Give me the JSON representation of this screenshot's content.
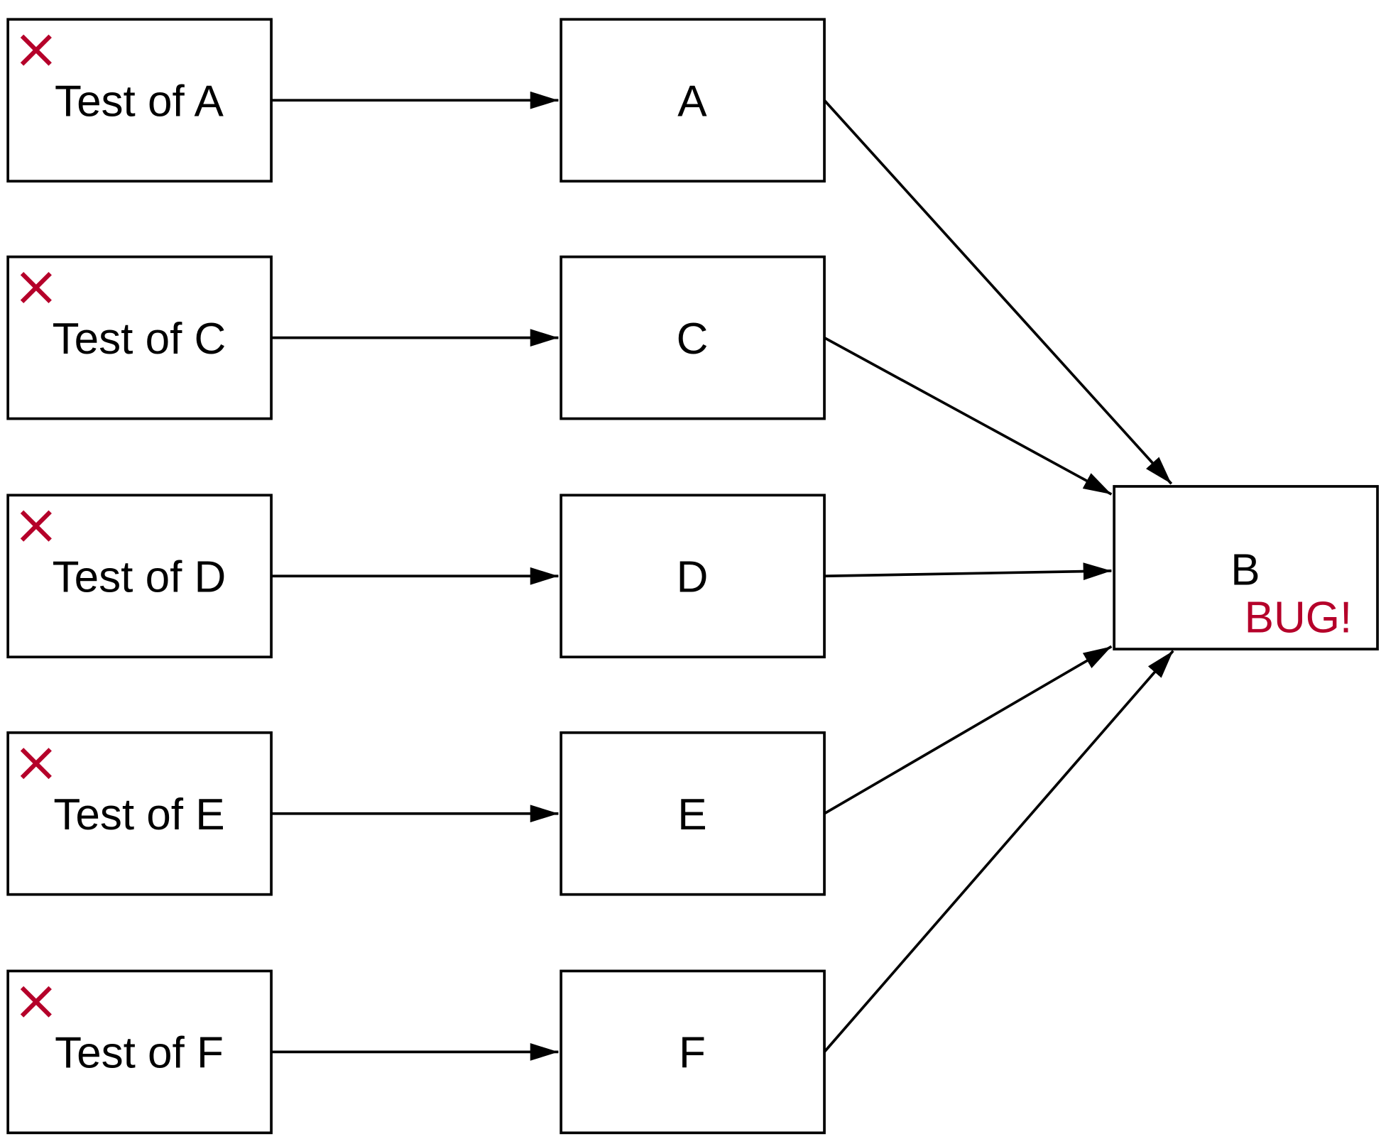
{
  "colors": {
    "stroke": "#000000",
    "accent": "#b5002a"
  },
  "tests": [
    {
      "label": "Test of A",
      "status_icon": "x-mark-icon"
    },
    {
      "label": "Test of C",
      "status_icon": "x-mark-icon"
    },
    {
      "label": "Test of D",
      "status_icon": "x-mark-icon"
    },
    {
      "label": "Test of E",
      "status_icon": "x-mark-icon"
    },
    {
      "label": "Test of F",
      "status_icon": "x-mark-icon"
    }
  ],
  "modules": [
    {
      "label": "A"
    },
    {
      "label": "C"
    },
    {
      "label": "D"
    },
    {
      "label": "E"
    },
    {
      "label": "F"
    }
  ],
  "target": {
    "label": "B",
    "note": "BUG!"
  }
}
